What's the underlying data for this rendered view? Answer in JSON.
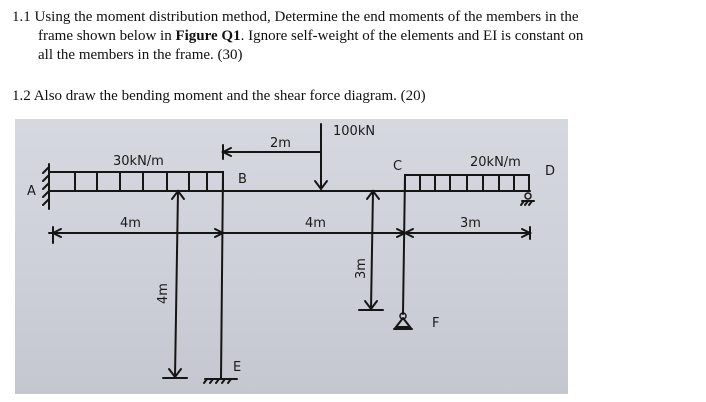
{
  "question_1_1": {
    "number": "1.1",
    "line1": "Using the moment distribution method, Determine the end moments of the members in the",
    "line2_pre": "frame shown below in ",
    "line2_bold": "Figure Q1",
    "line2_post": ". Ignore self-weight of the elements and EI is constant on",
    "line3": "all the members in the frame. (30)"
  },
  "question_1_2": {
    "number": "1.2",
    "text": "Also draw the bending moment and the shear force diagram. (20)"
  },
  "figure": {
    "labels": {
      "A": "A",
      "B": "B",
      "C": "C",
      "D": "D",
      "E": "E",
      "F": "F"
    },
    "loads": {
      "udl_AB": "30kN/m",
      "point_load": "100kN",
      "udl_CD": "20kN/m"
    },
    "dimensions": {
      "AB": "4m",
      "B_to_load": "2m",
      "BC": "4m",
      "CD": "3m",
      "BE": "4m",
      "CF": "3m"
    }
  }
}
